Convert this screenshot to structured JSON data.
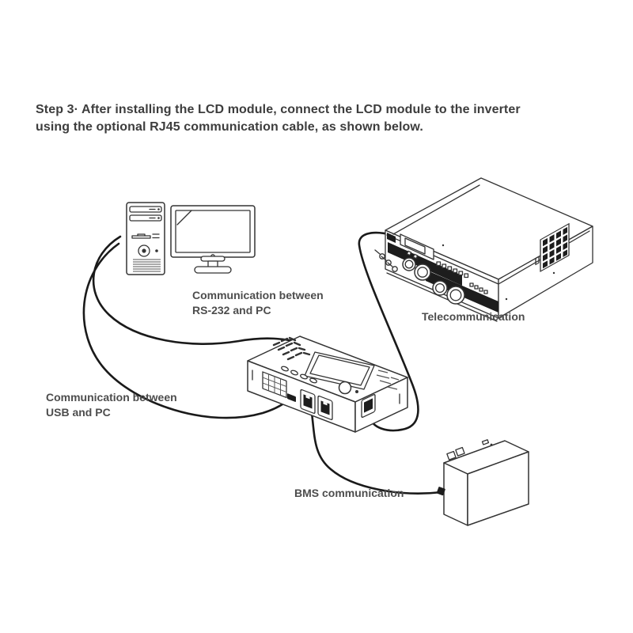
{
  "page": {
    "heading": {
      "line1": "Step 3· After installing the LCD module, connect the LCD module to the inverter",
      "line2": "using the optional RJ45 communication cable, as shown below."
    },
    "labels": {
      "rs232": {
        "line1": "Communication between",
        "line2": "RS-232 and PC"
      },
      "telecom": {
        "text": "Telecommunication"
      },
      "usb": {
        "line1": "Communication between",
        "line2": "USB and PC"
      },
      "bms": {
        "text": "BMS communication"
      }
    },
    "diagram": {
      "components": [
        {
          "id": "desktop-pc",
          "description": "desktop computer tower and monitor line drawing"
        },
        {
          "id": "inverter",
          "description": "solar inverter isometric line drawing",
          "label": "Telecommunication"
        },
        {
          "id": "lcd-module",
          "description": "LCD display module with USB and RJ45 ports"
        },
        {
          "id": "battery",
          "description": "battery box line drawing",
          "label": "BMS communication"
        }
      ],
      "cables": [
        {
          "id": "rs232-cable",
          "from": "desktop-pc",
          "to": "lcd-module-rj45-port-1",
          "label": "Communication between RS-232 and PC"
        },
        {
          "id": "usb-cable",
          "from": "desktop-pc",
          "to": "lcd-module-usb-port",
          "label": "Communication between USB and PC"
        },
        {
          "id": "telecom-cable",
          "from": "inverter",
          "to": "lcd-module-side-rj45-port",
          "label": "Telecommunication"
        },
        {
          "id": "bms-cable",
          "from": "lcd-module-rj45-port-2",
          "to": "battery",
          "label": "BMS communication"
        }
      ]
    },
    "colors": {
      "bg": "#ffffff",
      "ink": "#333333",
      "cable": "#1a1a1a",
      "vent": "#1d1d1d",
      "heading_text": "#3d3d3d",
      "label_text": "#4d4d4d"
    }
  }
}
